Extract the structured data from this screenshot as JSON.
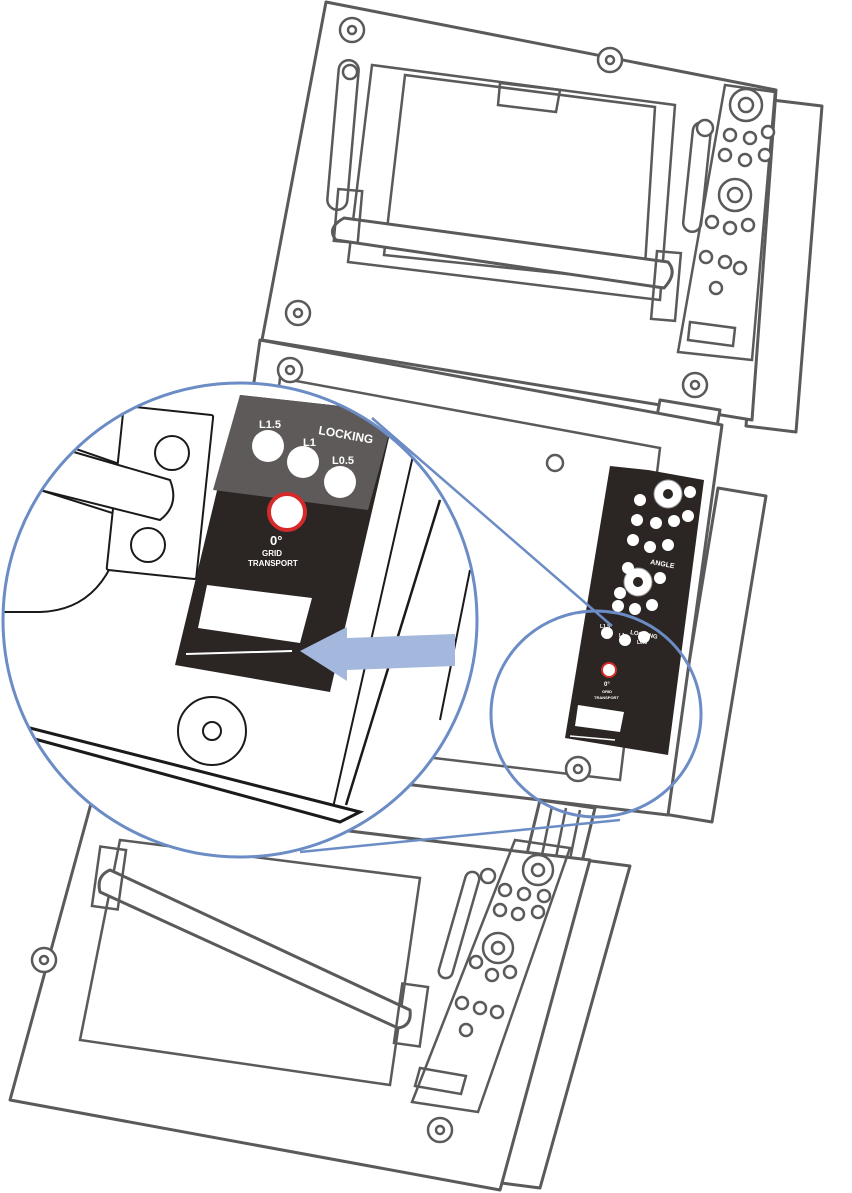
{
  "labels": {
    "locking": "LOCKING",
    "l15": "L1.5",
    "l1": "L1",
    "l05": "L0.5",
    "angle_deg": "0°",
    "grid": "GRID",
    "transport": "TRANSPORT",
    "angle": "ANGLE",
    "small_l15": "L1.5",
    "small_l1": "L1",
    "small_l05": "L0.5"
  },
  "colors": {
    "callout": "#6b8cc4",
    "arrow": "#a4b8dd",
    "panel_dark": "#2b2523",
    "panel_grey": "#5d5a59",
    "indicator_ring": "#d42a2a",
    "outline": "#5a5a5a"
  }
}
